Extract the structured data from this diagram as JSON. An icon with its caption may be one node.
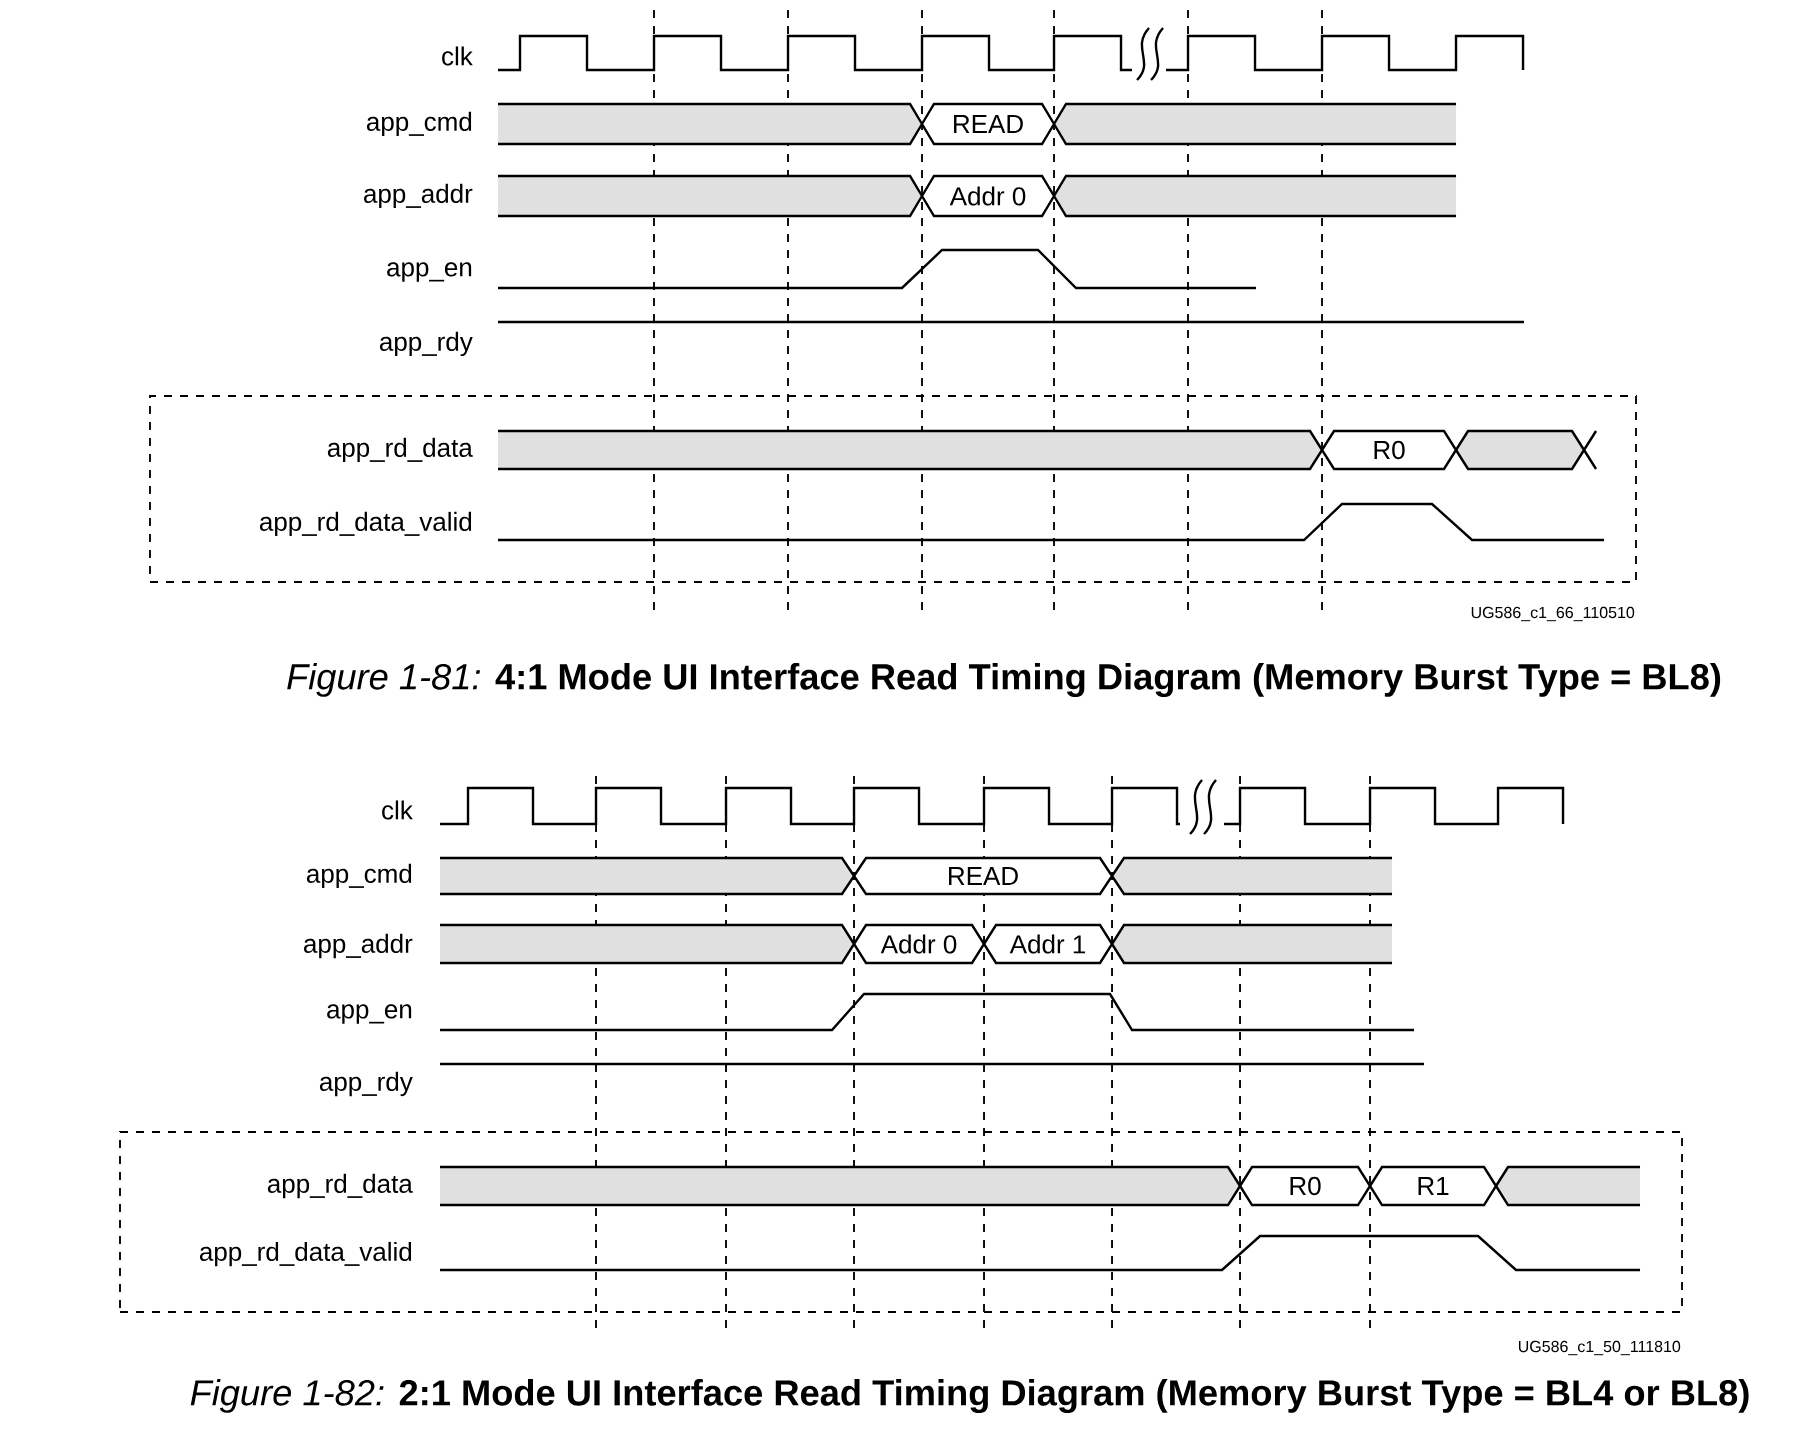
{
  "diagram": {
    "nodes": [
      {
        "text": [
          "app_rd_data",
          "app_rd_data_valid"
        ]
      },
      {
        "text": [
          "READ"
        ]
      },
      {
        "text": [
          "Addr 0"
        ]
      },
      {
        "text": [
          "R0"
        ],
        "in": 0
      },
      {
        "text": [
          "app_rd_data",
          "app_rd_data_valid"
        ]
      },
      {
        "text": [
          "READ"
        ]
      },
      {
        "text": [
          "Addr 0"
        ]
      },
      {
        "text": [
          "Addr 1"
        ]
      },
      {
        "text": [
          "R0"
        ],
        "in": 4
      },
      {
        "text": [
          "R1"
        ],
        "in": 4
      }
    ],
    "labels": [
      "clk",
      "app_cmd",
      "app_addr",
      "app_en",
      "app_rdy",
      "UG586_c1_66_110510",
      "*Figure 1-81:* **4:1 Mode UI Interface Read Timing Diagram (Memory Burst Type = BL8)**",
      "clk",
      "app_cmd",
      "app_addr",
      "app_en",
      "app_rdy",
      "UG586_c1_50_111810",
      "*Figure 1-82:* **2:1 Mode UI Interface Read Timing Diagram (Memory Burst Type = BL4 or BL8)**"
    ]
  }
}
